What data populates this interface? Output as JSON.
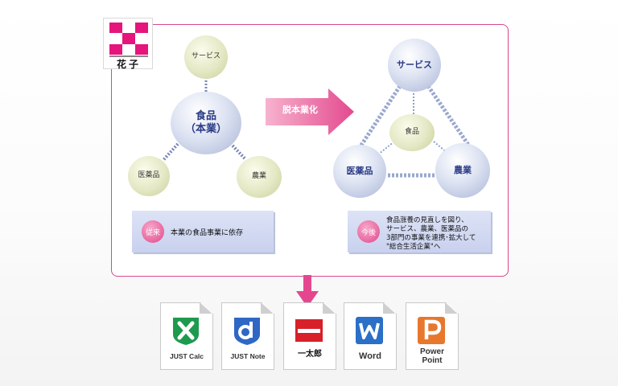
{
  "logo": {
    "name": "花子"
  },
  "left_diagram": {
    "center": {
      "line1": "食品",
      "line2": "（本業）"
    },
    "top": "サービス",
    "left": "医薬品",
    "right": "農業"
  },
  "transition_label": "脱本業化",
  "right_diagram": {
    "center": "食品",
    "top": "サービス",
    "left": "医薬品",
    "right": "農業"
  },
  "past_box": {
    "badge": "従来",
    "text": "本業の食品事業に依存"
  },
  "future_box": {
    "badge": "今後",
    "lines": [
      "食品涨養の見直しを図り、",
      "サービス、農業、医薬品の",
      "3部門の事業を連携･拡大して",
      "\"総合生活企業\"へ"
    ]
  },
  "apps": [
    {
      "label": "JUST Calc",
      "icon": "just-calc-icon",
      "color": "#1e9a4f"
    },
    {
      "label": "JUST Note",
      "icon": "just-note-icon",
      "color": "#2f67c4"
    },
    {
      "label": "一太郎",
      "icon": "ichitaro-icon",
      "color": "#d8202a"
    },
    {
      "label": "Word",
      "icon": "word-icon",
      "color": "#2b6fc7"
    },
    {
      "label1": "Power",
      "label2": "Point",
      "icon": "powerpoint-icon",
      "color": "#e8772e"
    }
  ],
  "colors": {
    "accent": "#d9488c",
    "arrow": "#e5478f"
  }
}
